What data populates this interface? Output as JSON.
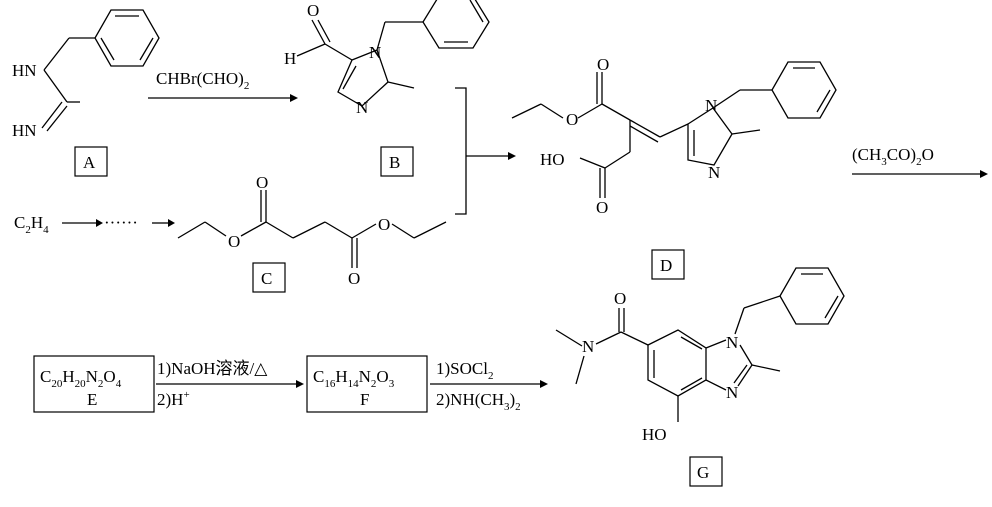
{
  "labels": {
    "A": "A",
    "B": "B",
    "C": "C",
    "D": "D",
    "E": "E",
    "F": "F",
    "G": "G"
  },
  "atoms": {
    "N": "N",
    "HN": "HN",
    "H": "H",
    "O": "O",
    "HO": "HO"
  },
  "reagents": {
    "ab": {
      "a": "CHBr(CHO)",
      "b": "2"
    },
    "c2h4": {
      "a": "C",
      "b": "2",
      "c": "H",
      "d": "4"
    },
    "dots": "······",
    "de": {
      "a": "(CH",
      "b": "3",
      "c": "CO)",
      "d": "2",
      "e": "O"
    },
    "ef1": "1)NaOH溶液/△",
    "ef2": {
      "a": "2)H",
      "b": "+"
    },
    "fg1": {
      "a": "1)SOCl",
      "b": "2"
    },
    "fg2": {
      "a": "2)NH(CH",
      "b": "3",
      "c": ")",
      "d": "2"
    }
  },
  "formulas": {
    "E": {
      "a": "C",
      "b": "20",
      "c": "H",
      "d": "20",
      "e": "N",
      "f": "2",
      "g": "O",
      "h": "4"
    },
    "F": {
      "a": "C",
      "b": "16",
      "c": "H",
      "d": "14",
      "e": "N",
      "f": "2",
      "g": "O",
      "h": "3"
    }
  }
}
